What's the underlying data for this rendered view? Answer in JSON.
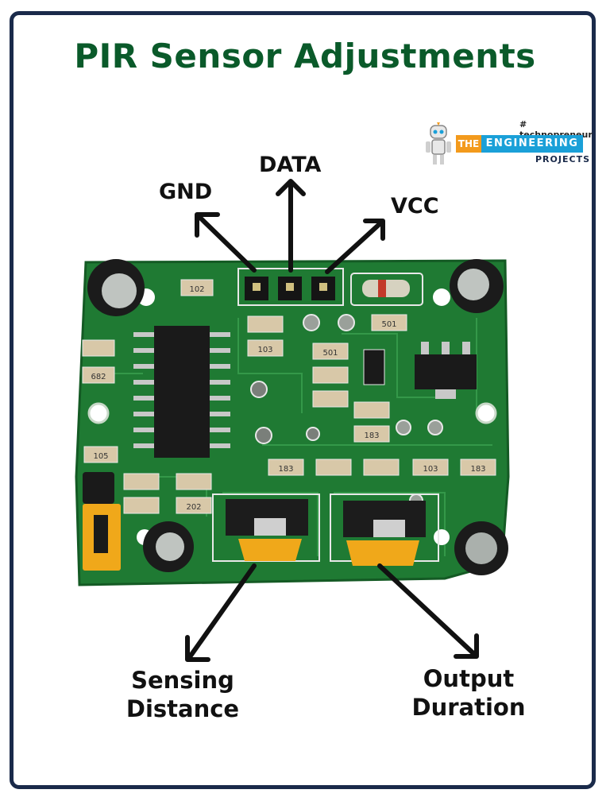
{
  "title": "PIR Sensor Adjustments",
  "logo": {
    "tagline": "# technopreneur",
    "word_the": "THE",
    "word_engineering": "ENGINEERING",
    "word_projects": "PROJECTS"
  },
  "pins": {
    "gnd": "GND",
    "data": "DATA",
    "vcc": "VCC"
  },
  "board_marks": {
    "r1": "102",
    "r2": "501",
    "r3": "501",
    "r4": "103",
    "r5": "682",
    "r6": "105",
    "r7": "183",
    "r8": "183",
    "r9": "103",
    "r10": "183",
    "r11": "202"
  },
  "adjustments": {
    "left_line1": "Sensing",
    "left_line2": "Distance",
    "right_line1": "Output",
    "right_line2": "Duration"
  },
  "colors": {
    "title": "#0a5a2a",
    "frame": "#1a2a4a",
    "pcb": "#1f7a33",
    "potentiometer": "#f0a81a"
  }
}
